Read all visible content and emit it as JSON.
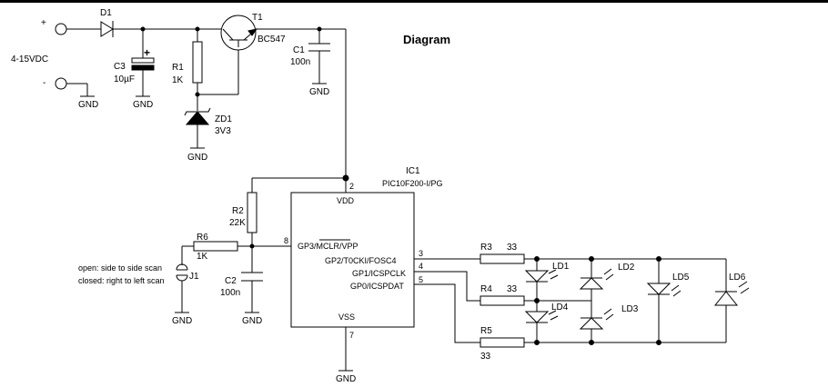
{
  "title": "Diagram",
  "supply": {
    "plus": "+",
    "minus": "-",
    "voltage": "4-15VDC"
  },
  "gnd": "GND",
  "components": {
    "d1": {
      "ref": "D1"
    },
    "t1": {
      "ref": "T1",
      "value": "BC547"
    },
    "c3": {
      "ref": "C3",
      "value": "10µF",
      "polarity": "+"
    },
    "r1": {
      "ref": "R1",
      "value": "1K"
    },
    "zd1": {
      "ref": "ZD1",
      "value": "3V3"
    },
    "c1": {
      "ref": "C1",
      "value": "100n"
    },
    "r2": {
      "ref": "R2",
      "value": "22K"
    },
    "c2": {
      "ref": "C2",
      "value": "100n"
    },
    "r6": {
      "ref": "R6",
      "value": "1K"
    },
    "j1": {
      "ref": "J1"
    },
    "r3": {
      "ref": "R3",
      "value": "33"
    },
    "r4": {
      "ref": "R4",
      "value": "33"
    },
    "r5": {
      "ref": "R5",
      "value": "33"
    },
    "ld1": {
      "ref": "LD1"
    },
    "ld2": {
      "ref": "LD2"
    },
    "ld3": {
      "ref": "LD3"
    },
    "ld4": {
      "ref": "LD4"
    },
    "ld5": {
      "ref": "LD5"
    },
    "ld6": {
      "ref": "LD6"
    }
  },
  "ic1": {
    "ref": "IC1",
    "part": "PIC10F200-I/PG",
    "pins": {
      "vdd": "VDD",
      "vss": "VSS",
      "gp3": "GP3/MCLR/VPP",
      "gp2": "GP2/T0CKI/FOSC4",
      "gp1": "GP1/ICSPCLK",
      "gp0": "GP0/ICSPDAT"
    },
    "pin_numbers": {
      "vdd": "2",
      "vss": "7",
      "gp3": "8",
      "gp2": "3",
      "gp1": "4",
      "gp0": "5"
    }
  },
  "jumper_notes": {
    "open": "open: side to side scan",
    "closed": "closed: right to left scan"
  }
}
